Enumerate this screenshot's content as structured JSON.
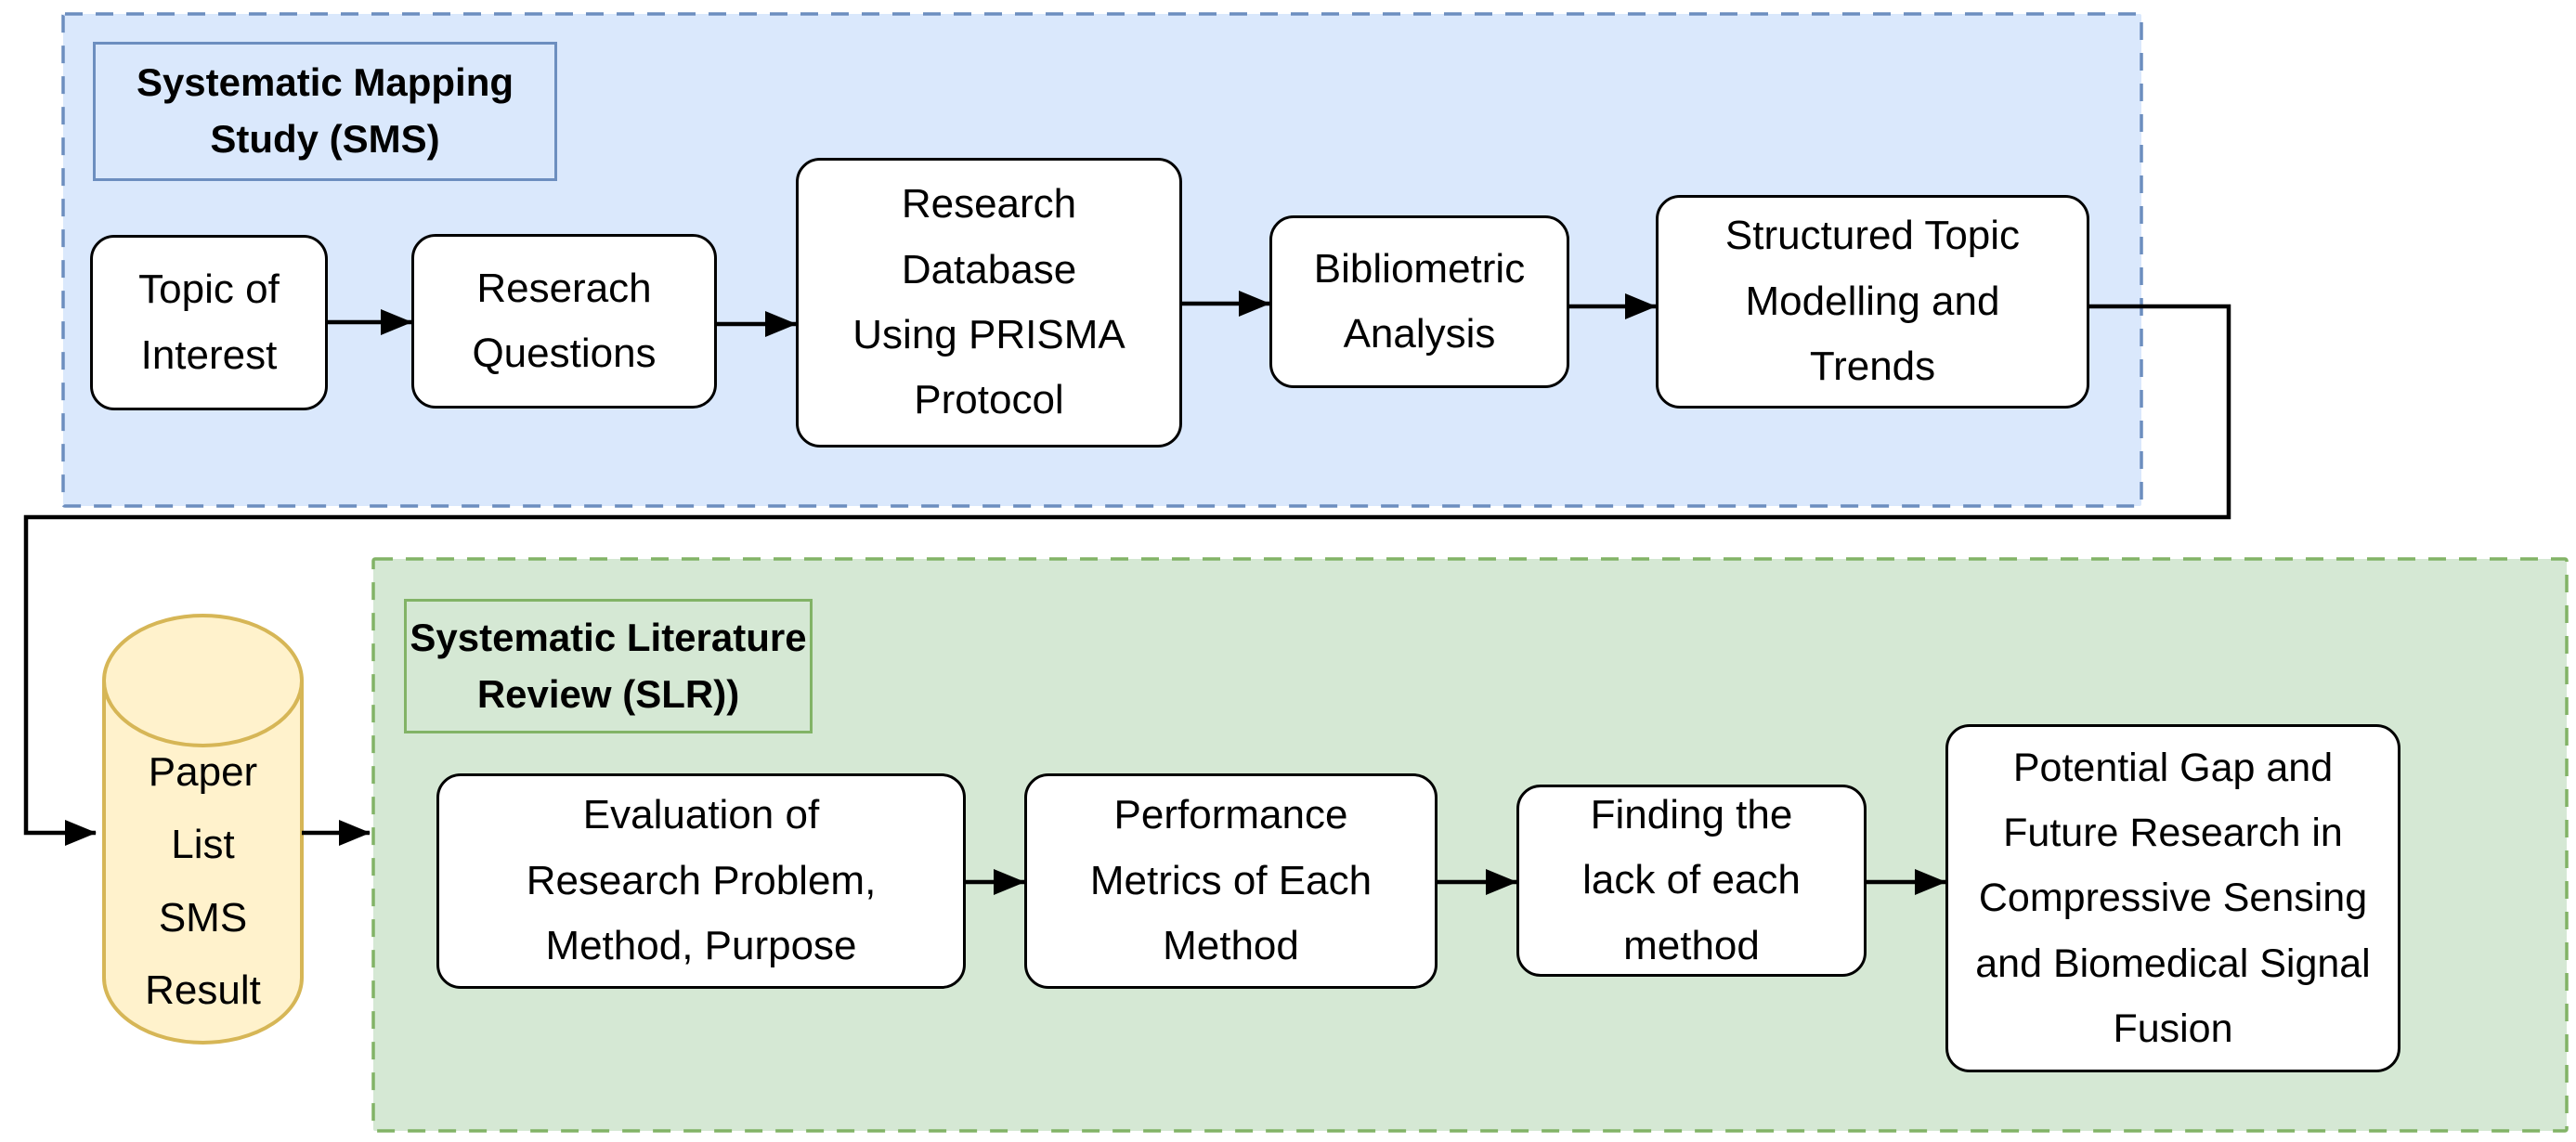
{
  "figure": {
    "type": "flow-diagram",
    "description_visible": false
  },
  "colors": {
    "blue_fill": "#dae8fc",
    "blue_stroke": "#6c8ebf",
    "green_fill": "#d5e8d4",
    "green_stroke": "#82b366",
    "yellow_fill": "#fff2cc",
    "yellow_stroke": "#d6b656",
    "node_fill": "#ffffff",
    "line": "#000000"
  },
  "sms": {
    "title": "Systematic Mapping\nStudy (SMS)",
    "steps": [
      "Topic of\nInterest",
      "Reserach\nQuestions",
      "Research\nDatabase\nUsing PRISMA\nProtocol",
      "Bibliometric\nAnalysis",
      "Structured Topic\nModelling and\nTrends"
    ]
  },
  "database": {
    "label": "Paper\nList\nSMS\nResult"
  },
  "slr": {
    "title": "Systematic Literature\nReview (SLR))",
    "steps": [
      "Evaluation of\nResearch Problem,\nMethod, Purpose",
      "Performance\nMetrics of Each\nMethod",
      "Finding the\nlack of each\nmethod",
      "Potential Gap and\nFuture Research in\nCompressive Sensing\nand Biomedical Signal\nFusion"
    ]
  }
}
